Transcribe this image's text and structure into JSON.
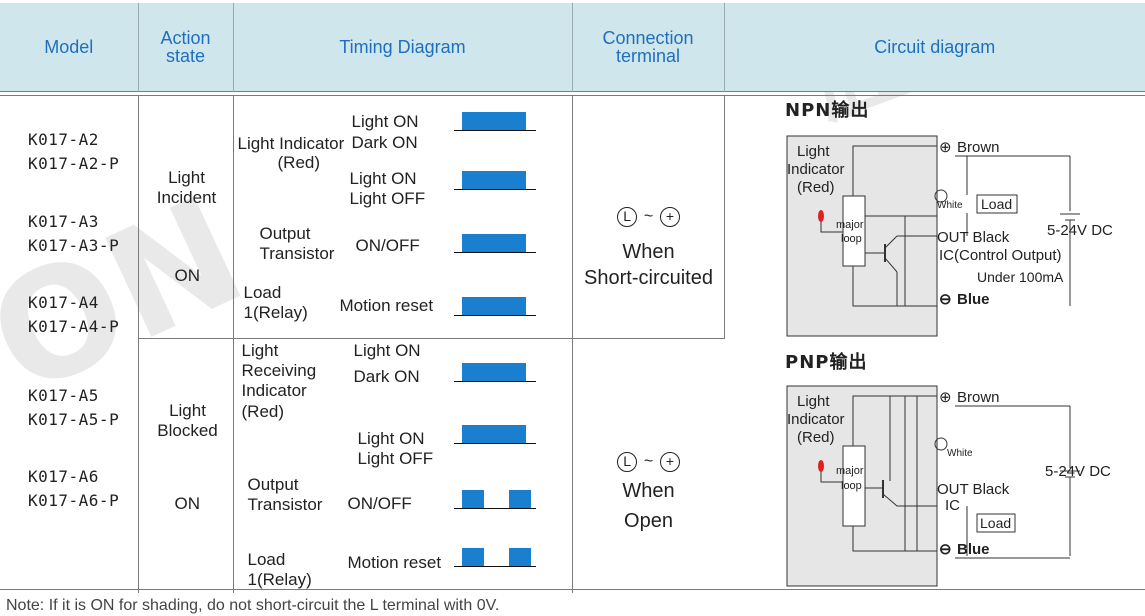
{
  "headers": {
    "model": "Model",
    "action_state": "Action state",
    "timing": "Timing Diagram",
    "connection": "Connection terminal",
    "circuit": "Circuit diagram"
  },
  "models_top": [
    "K017-A2",
    "K017-A2-P",
    "K017-A3",
    "K017-A3-P",
    "K017-A4",
    "K017-A4-P"
  ],
  "models_bottom": [
    "K017-A5",
    "K017-A5-P",
    "K017-A6",
    "K017-A6-P"
  ],
  "action_top": {
    "state": "Light Incident",
    "mode": "ON"
  },
  "action_bottom": {
    "state": "Light Blocked",
    "mode": "ON"
  },
  "timing_top": {
    "indicator_label": "Light Indicator",
    "indicator_color": "(Red)",
    "light_on": "Light ON",
    "dark_on": "Dark ON",
    "light_on2": "Light ON",
    "light_off": "Light OFF",
    "output_transistor": "Output Transistor",
    "on_off": "ON/OFF",
    "load_relay": "Load 1(Relay)",
    "motion_reset": "Motion reset"
  },
  "timing_bottom": {
    "indicator_label": "Light Receiving Indicator",
    "indicator_color": "(Red)",
    "light_on": "Light ON",
    "dark_on": "Dark ON",
    "light_on2": "Light ON",
    "light_off": "Light OFF",
    "output_transistor": "Output Transistor",
    "on_off": "ON/OFF",
    "load_relay": "Load 1(Relay)",
    "motion_reset": "Motion reset"
  },
  "connection_top": {
    "symbols": "L ~ +",
    "line1": "When",
    "line2": "Short-circuited"
  },
  "connection_bottom": {
    "symbols": "L ~ +",
    "line1": "When",
    "line2": "Open"
  },
  "npn": {
    "title": "NPN输出",
    "brown": "Brown",
    "white": "White",
    "load": "Load",
    "out_black": "OUT Black",
    "ic": "IC(Control Output)",
    "under": "Under 100mA",
    "blue": "Blue",
    "voltage": "5-24V DC",
    "light_indicator": "Light Indicator (Red)",
    "major": "major",
    "loop": "loop"
  },
  "pnp": {
    "title": "PNP输出",
    "brown": "Brown",
    "white": "White",
    "load": "Load",
    "out_black": "OUT  Black",
    "ic": "IC",
    "blue": "Blue",
    "voltage": "5-24V DC",
    "light_indicator": "Light Indicator (Red)",
    "major": "major",
    "loop": "loop"
  },
  "note": "Note: If it is ON for shading, do not short-circuit the L terminal with 0V.",
  "colors": {
    "header_bg": "#cfe6ec",
    "header_text": "#1e6fc0",
    "pulse": "#1b7fd0",
    "led": "#e02020"
  }
}
